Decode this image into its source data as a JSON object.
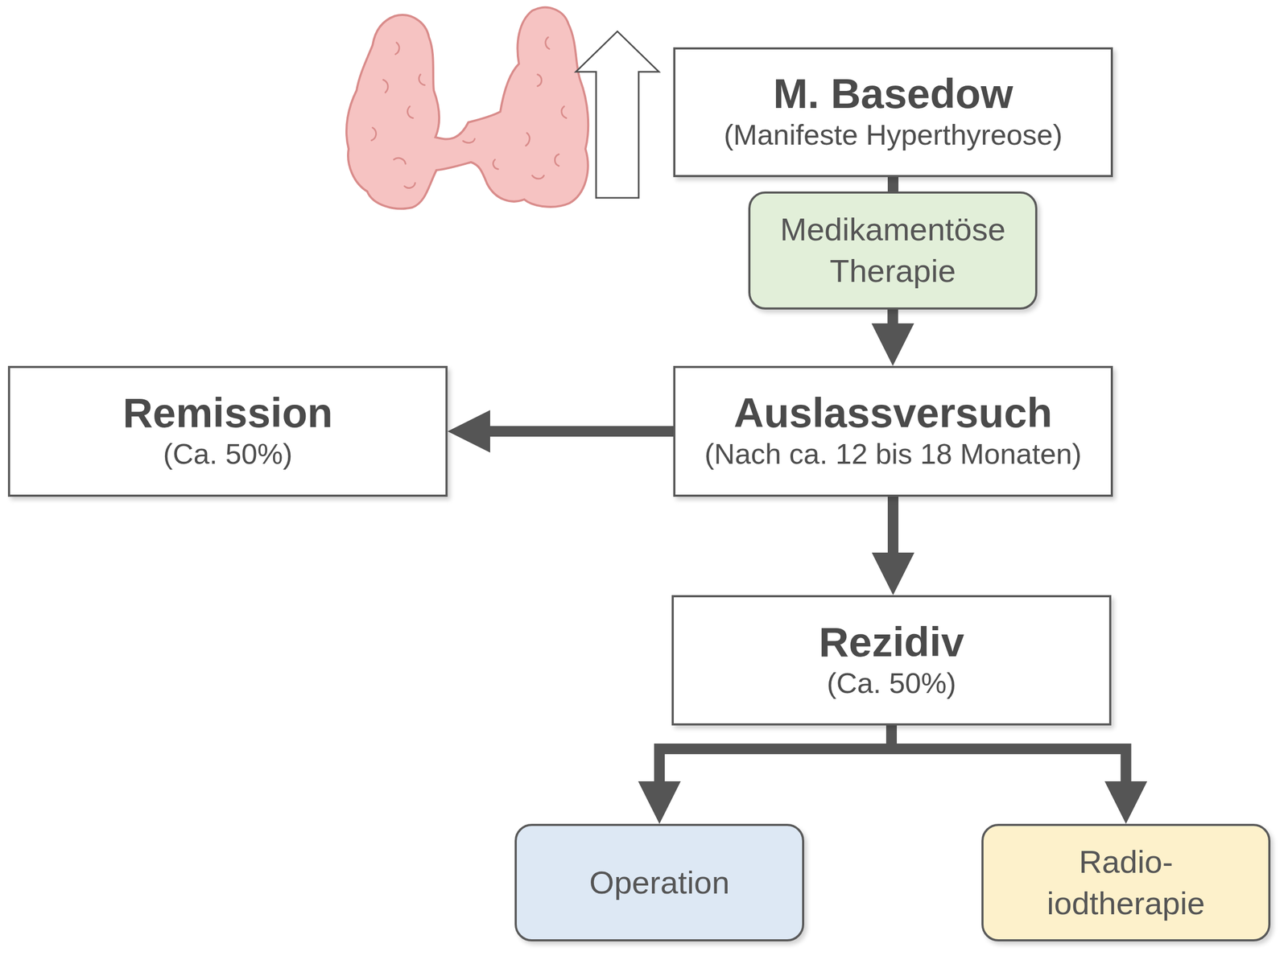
{
  "diagram": {
    "nodes": [
      {
        "text": [
          "M. Basedow",
          "(Manifeste Hyperthyreose)"
        ]
      },
      {
        "text": [
          "Medikamentöse Therapie"
        ]
      },
      {
        "text": [
          "Auslassversuch",
          "(Nach ca. 12 bis 18 Monaten)"
        ]
      },
      {
        "text": [
          "Remission",
          "(Ca. 50%)"
        ]
      },
      {
        "text": [
          "Rezidiv",
          "(Ca. 50%)"
        ]
      },
      {
        "text": [
          "Operation"
        ]
      },
      {
        "text": [
          "Radio- iodtherapie"
        ]
      }
    ],
    "edges": [
      {
        "from": 0,
        "to": 1,
        "arrow": "none"
      },
      {
        "from": 1,
        "to": 2,
        "arrow": "to"
      },
      {
        "from": 2,
        "to": 3,
        "arrow": "to"
      },
      {
        "from": 2,
        "to": 4,
        "arrow": "to"
      },
      {
        "from": 4,
        "to": 5,
        "arrow": "to"
      },
      {
        "from": 4,
        "to": 6,
        "arrow": "to"
      }
    ]
  }
}
